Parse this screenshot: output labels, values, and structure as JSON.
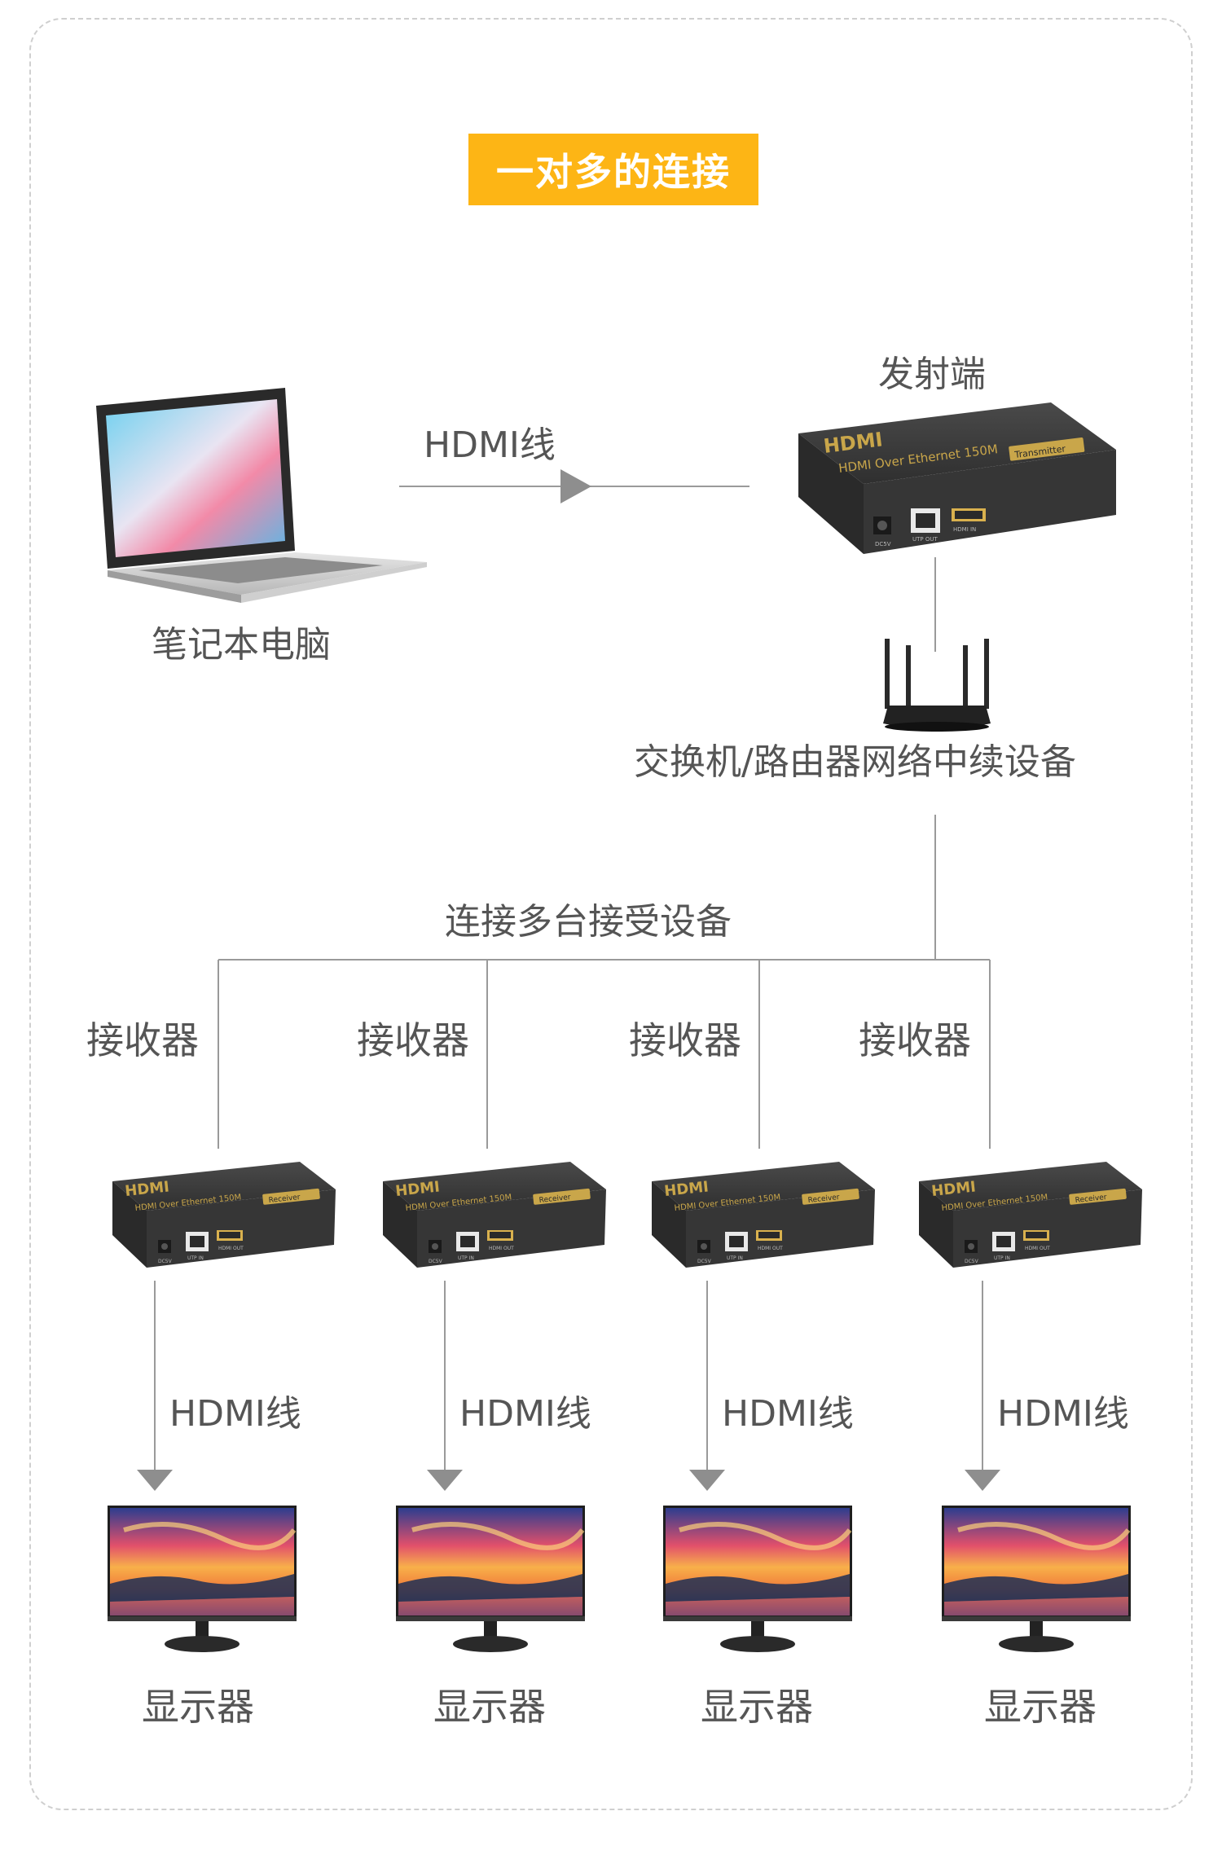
{
  "title": "一对多的连接",
  "laptop": {
    "label": "笔记本电脑"
  },
  "cable_label": "HDMI线",
  "transmitter": {
    "label": "发射端",
    "brand": "HDMI",
    "model_text": "HDMI Over Ethernet 150M",
    "badge": "Transmitter",
    "ports": [
      "DC5V",
      "UTP OUT",
      "HDMI IN"
    ]
  },
  "switch": {
    "label": "交换机/路由器网络中续设备"
  },
  "branch_label": "连接多台接受设备",
  "receivers": [
    {
      "label": "接收器",
      "brand": "HDMI",
      "model_text": "HDMI Over Ethernet 150M",
      "badge": "Receiver",
      "cable_label": "HDMI线",
      "display_label": "显示器"
    },
    {
      "label": "接收器",
      "brand": "HDMI",
      "model_text": "HDMI Over Ethernet 150M",
      "badge": "Receiver",
      "cable_label": "HDMI线",
      "display_label": "显示器"
    },
    {
      "label": "接收器",
      "brand": "HDMI",
      "model_text": "HDMI Over Ethernet 150M",
      "badge": "Receiver",
      "cable_label": "HDMI线",
      "display_label": "显示器"
    },
    {
      "label": "接收器",
      "brand": "HDMI",
      "model_text": "HDMI Over Ethernet 150M",
      "badge": "Receiver",
      "cable_label": "HDMI线",
      "display_label": "显示器"
    }
  ],
  "receiver_ports": [
    "DC5V",
    "UTP IN",
    "HDMI OUT"
  ],
  "colors": {
    "accent": "#fdb515",
    "line": "#9a9a9a",
    "device_body": "#3e3e3e",
    "brand_gold": "#c9a64a"
  }
}
